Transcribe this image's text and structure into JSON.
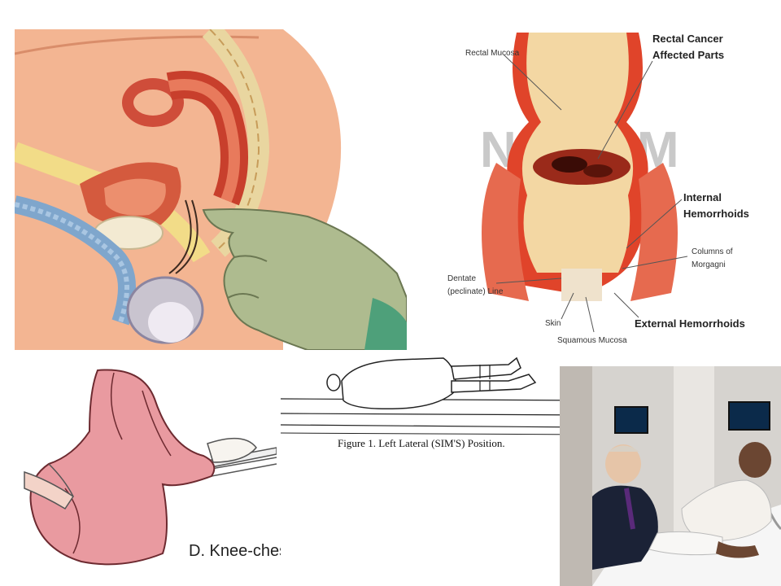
{
  "rectum_diagram": {
    "labels": {
      "rectal_mucosa": "Rectal Mucosa",
      "rectal_cancer": [
        "Rectal Cancer",
        "Affected Parts"
      ],
      "internal_hemorrhoids": [
        "Internal",
        "Hemorrhoids"
      ],
      "columns_of_morgagni": [
        "Columns of",
        "Morgagni"
      ],
      "dentate_line": [
        "Dentate",
        "(peclinate) Line"
      ],
      "skin": "Skin",
      "squamous_mucosa": "Squamous Mucosa",
      "external_hemorrhoids": "External Hemorrhoids"
    },
    "watermark": "NAITGM"
  },
  "sims_figure": {
    "caption": "Figure 1. Left Lateral (SIM'S) Position."
  },
  "knee_chest": {
    "caption": "D. Knee-chest"
  },
  "colors": {
    "tissue_red": "#e0442a",
    "skin_peach": "#f2b090",
    "glove_green": "#a9b98c",
    "gown_pink": "#e99aa0",
    "watermark_gray": "#c9c9c9"
  }
}
